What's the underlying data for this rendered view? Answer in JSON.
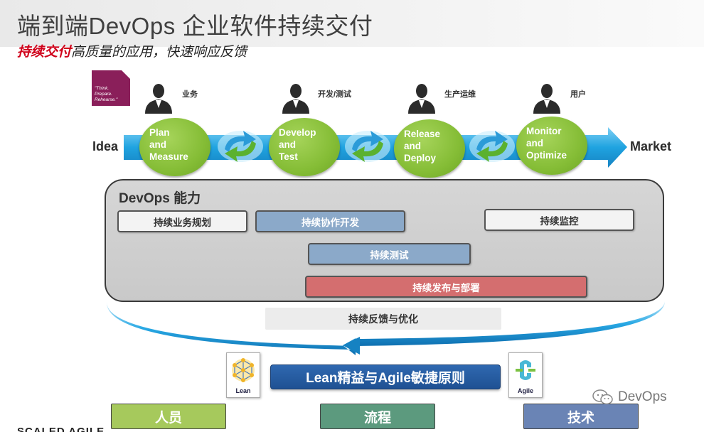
{
  "header": {
    "title": "端到端DevOps 企业软件持续交付",
    "subtitle_highlight": "持续交付",
    "subtitle_rest": "高质量的应用，快速响应反馈"
  },
  "logo": {
    "lines": [
      "\"Think.",
      "Prepare.",
      "Rehearse.\""
    ]
  },
  "roles": [
    {
      "label": "业务"
    },
    {
      "label": "开发/测试"
    },
    {
      "label": "生产运维"
    },
    {
      "label": "用户"
    }
  ],
  "flow": {
    "start_label": "Idea",
    "end_label": "Market",
    "stages": [
      {
        "lines": [
          "Plan",
          "and",
          "Measure"
        ]
      },
      {
        "lines": [
          "Develop",
          "and",
          "Test"
        ]
      },
      {
        "lines": [
          "Release",
          "and",
          "Deploy"
        ]
      },
      {
        "lines": [
          "Monitor",
          "and",
          "Optimize"
        ]
      }
    ]
  },
  "capabilities": {
    "title": "DevOps 能力",
    "items": [
      {
        "label": "持续业务规划",
        "style": "white"
      },
      {
        "label": "持续协作开发",
        "style": "blue"
      },
      {
        "label": "持续监控",
        "style": "white"
      },
      {
        "label": "持续测试",
        "style": "blue"
      },
      {
        "label": "持续发布与部署",
        "style": "red"
      }
    ]
  },
  "feedback": {
    "label": "持续反馈与优化"
  },
  "principles": {
    "label": "Lean精益与Agile敏捷原则",
    "lean_badge": "Lean",
    "agile_badge": "Agile"
  },
  "pillars": [
    {
      "label": "人员",
      "color": "#a6c95c"
    },
    {
      "label": "流程",
      "color": "#5c9a7e"
    },
    {
      "label": "技术",
      "color": "#6a84b5"
    }
  ],
  "watermark": {
    "text": "DevOps"
  },
  "footer": {
    "text": "SCALED AGILE"
  },
  "colors": {
    "stage_green": "#85bd36",
    "arrow_blue": "#1fa3e0",
    "highlight_red": "#d0021b"
  }
}
